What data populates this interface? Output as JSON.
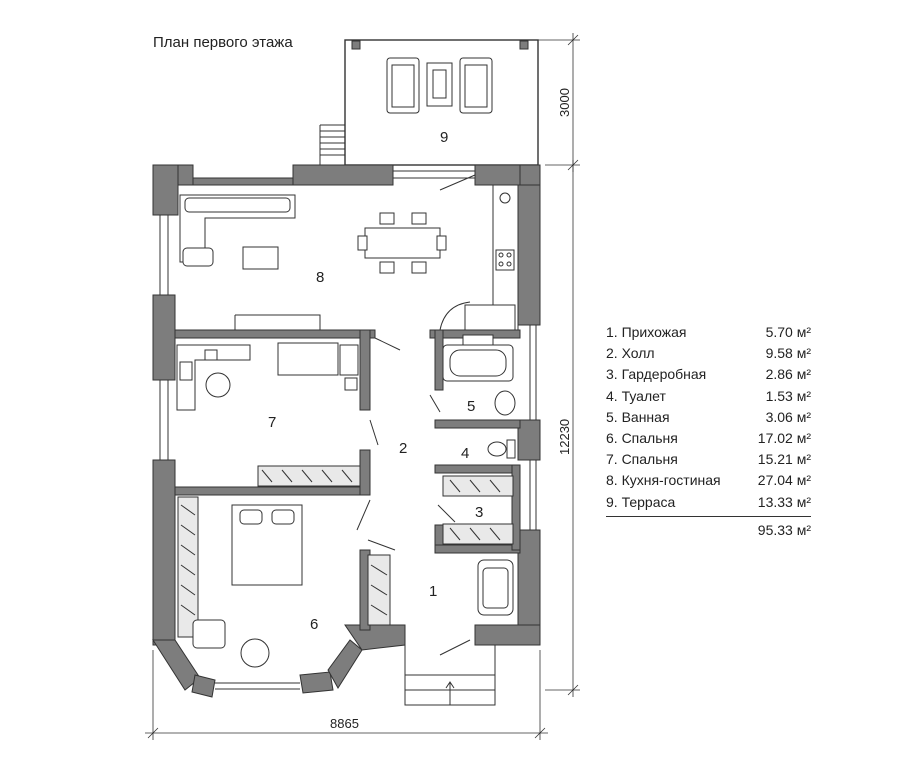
{
  "title": "План первого этажа",
  "rooms": [
    {
      "number": "1",
      "name": "Прихожая",
      "area": "5.70 м²"
    },
    {
      "number": "2",
      "name": "Холл",
      "area": "9.58 м²"
    },
    {
      "number": "3",
      "name": "Гардеробная",
      "area": "2.86 м²"
    },
    {
      "number": "4",
      "name": "Туалет",
      "area": "1.53 м²"
    },
    {
      "number": "5",
      "name": "Ванная",
      "area": "3.06 м²"
    },
    {
      "number": "6",
      "name": "Спальня",
      "area": "17.02 м²"
    },
    {
      "number": "7",
      "name": "Спальня",
      "area": "15.21 м²"
    },
    {
      "number": "8",
      "name": "Кухня-гостиная",
      "area": "27.04 м²"
    },
    {
      "number": "9",
      "name": "Терраса",
      "area": "13.33 м²"
    }
  ],
  "legend_items": [
    {
      "label": "1. Прихожая",
      "area": "5.70 м²"
    },
    {
      "label": "2. Холл",
      "area": "9.58 м²"
    },
    {
      "label": "3. Гардеробная",
      "area": "2.86 м²"
    },
    {
      "label": "4. Туалет",
      "area": "1.53 м²"
    },
    {
      "label": "5. Ванная",
      "area": "3.06 м²"
    },
    {
      "label": "6. Спальня",
      "area": "17.02 м²"
    },
    {
      "label": "7. Спальня",
      "area": "15.21 м²"
    },
    {
      "label": "8. Кухня-гостиная",
      "area": "27.04 м²"
    },
    {
      "label": "9. Терраса",
      "area": "13.33 м²"
    }
  ],
  "total_area": "95.33 м²",
  "dimensions": {
    "width": "8865",
    "height": "12230",
    "terrace_depth": "3000"
  },
  "colors": {
    "wall": "#7d7d7d",
    "line": "#333333",
    "background": "#ffffff"
  }
}
